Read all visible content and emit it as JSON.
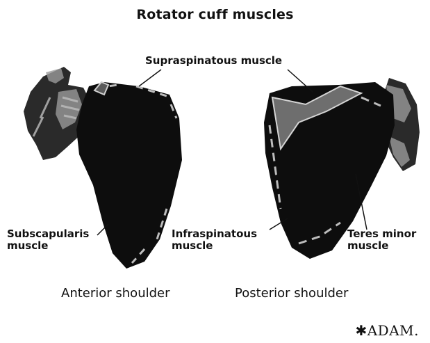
{
  "title": "Rotator cuff muscles",
  "labels": {
    "supraspinatous": "Supraspinatous muscle",
    "subscapularis_line1": "Subscapularis",
    "subscapularis_line2": "muscle",
    "infraspinatous_line1": "Infraspinatous",
    "infraspinatous_line2": "muscle",
    "teres_minor_line1": "Teres minor",
    "teres_minor_line2": "muscle"
  },
  "captions": {
    "anterior": "Anterior shoulder",
    "posterior": "Posterior shoulder"
  },
  "logo": "ADAM.",
  "colors": {
    "muscle": "#0d0d0d",
    "bone": "#8a8a8a",
    "highlight": "#d8d8d8"
  }
}
